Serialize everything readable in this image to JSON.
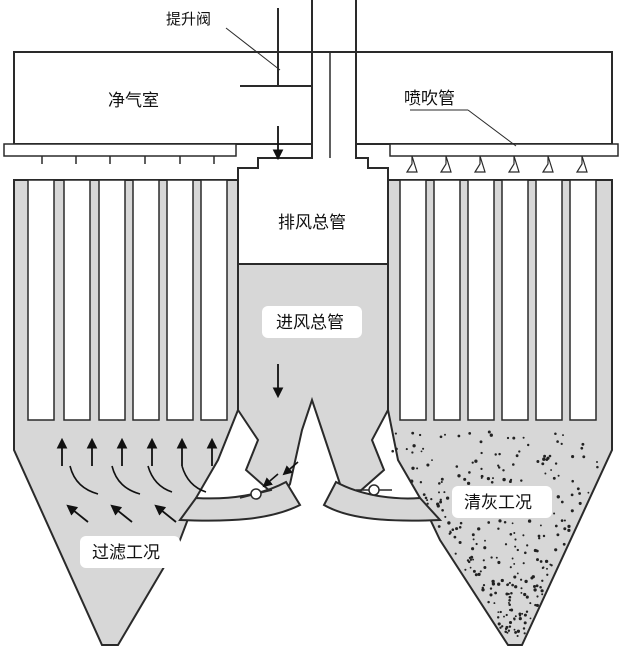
{
  "labels": {
    "lift_valve": "提升阀",
    "clean_air_chamber": "净气室",
    "blow_pipe": "喷吹管",
    "exhaust_manifold": "排风总管",
    "inlet_manifold": "进风总管",
    "filtering_condition": "过滤工况",
    "cleaning_condition": "清灰工况"
  },
  "colors": {
    "line": "#2a2a2a",
    "dust_fill": "#d7d7d7",
    "chamber_fill": "#ffffff",
    "label_bg": "#ffffff",
    "particle": "#222222"
  },
  "counts": {
    "left_filter_bags": 6,
    "right_filter_bags": 6,
    "blow_nozzles": 6
  }
}
